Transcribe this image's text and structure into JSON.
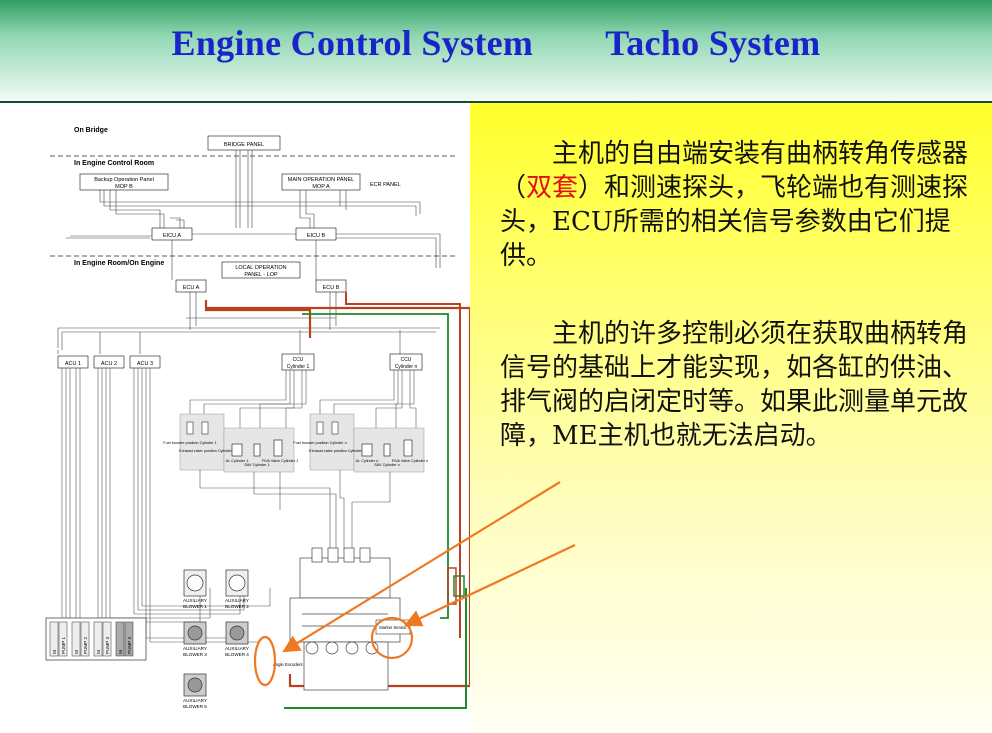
{
  "header": {
    "title_left": "Engine Control System",
    "title_right": "Tacho System"
  },
  "text": {
    "p1_a": "主机的自由端安装有曲柄转角传感器（",
    "p1_red": "双套",
    "p1_b": "）和测速探头，飞轮端也有测速探头，ECU所需的相关信号参数由它们提供。",
    "p2": "主机的许多控制必须在获取曲柄转角信号的基础上才能实现，如各缸的供油、排气阀的启闭定时等。如果此测量单元故障，ME主机也就无法启动。"
  },
  "diagram": {
    "on_bridge": "On Bridge",
    "bridge_panel": "BRIDGE PANEL",
    "in_ecr": "In Engine Control Room",
    "backup_panel_1": "Backup Operation Panel",
    "backup_panel_2": "MOP B",
    "main_panel_1": "MAIN OPERATION PANEL",
    "main_panel_2": "MOP A",
    "ecr_panel": "ECR PANEL",
    "eicu_a": "EICU A",
    "eicu_b": "EICU B",
    "in_engine_room": "In Engine Room/On Engine",
    "lop_1": "LOCAL OPERATION",
    "lop_2": "PANEL - LOP",
    "ecu_a": "ECU A",
    "ecu_b": "ECU B",
    "acu1": "ACU 1",
    "acu2": "ACU 2",
    "acu3": "ACU 3",
    "ccu1_a": "CCU",
    "ccu1_b": "Cylinder 1",
    "ccun_a": "CCU",
    "ccun_b": "Cylinder n",
    "fuel_booster_1": "Fuel booster position Cylinder 1",
    "exhaust_valve_1": "Exhaust valve position Cylinder 1",
    "al_1": "AL Cylinder 1",
    "sav_1": "SAV Cylinder 1",
    "fiva_1": "FIVA Valve Cylinder 1",
    "fuel_booster_n": "Fuel booster position Cylinder n",
    "exhaust_valve_n": "Exhaust valve position Cylinder n",
    "al_n": "AL Cylinder n",
    "sav_n": "SAV Cylinder n",
    "fiva_n": "FIVA Valve Cylinder n",
    "blower1_a": "AUXILIARY",
    "blower1_b": "BLOWER 1",
    "blower2_a": "AUXILIARY",
    "blower2_b": "BLOWER 2",
    "blower3_a": "AUXILIARY",
    "blower3_b": "BLOWER 3",
    "blower4_a": "AUXILIARY",
    "blower4_b": "BLOWER 4",
    "blower5_a": "AUXILIARY",
    "blower5_b": "BLOWER 5",
    "angle_encoders": "Angle Encoders",
    "marker_sensor": "Marker Sensor",
    "pump1": "PUMP 1",
    "pump2": "PUMP 2",
    "pump3": "PUMP 3",
    "pump4": "PUMP 4",
    "pump_m": "M"
  },
  "colors": {
    "title": "#1a24c8",
    "highlight": "#e01010",
    "annotation": "#f07820",
    "cable_red": "#b8421e",
    "cable_green": "#1e8a2a"
  }
}
